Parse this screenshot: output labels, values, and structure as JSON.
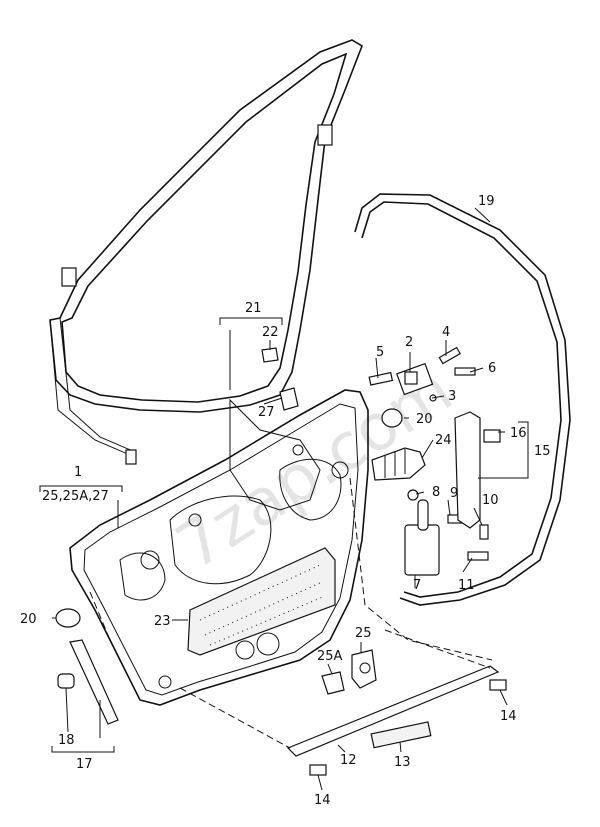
{
  "watermark": "7zap.com",
  "callouts": {
    "c1": "1",
    "c1_sub": "25,25A,27",
    "c2": "2",
    "c3": "3",
    "c4": "4",
    "c5": "5",
    "c6": "6",
    "c7": "7",
    "c8": "8",
    "c9": "9",
    "c10": "10",
    "c11": "11",
    "c12": "12",
    "c13": "13",
    "c14a": "14",
    "c14b": "14",
    "c15": "15",
    "c16": "16",
    "c17": "17",
    "c18": "18",
    "c19": "19",
    "c20a": "20",
    "c20b": "20",
    "c21": "21",
    "c22": "22",
    "c23": "23",
    "c24": "24",
    "c25": "25",
    "c25a": "25A",
    "c27": "27"
  }
}
